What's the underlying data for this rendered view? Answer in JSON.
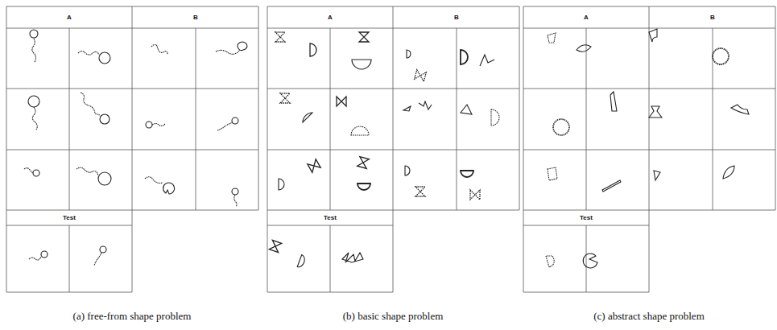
{
  "diagram": {
    "labels": [
      "A",
      "B",
      "Test",
      "(a) free-from shape problem",
      "A",
      "B",
      "Test",
      "(b) basic shape problem",
      "A",
      "B",
      "Test",
      "(c) abstract shape problem"
    ]
  }
}
